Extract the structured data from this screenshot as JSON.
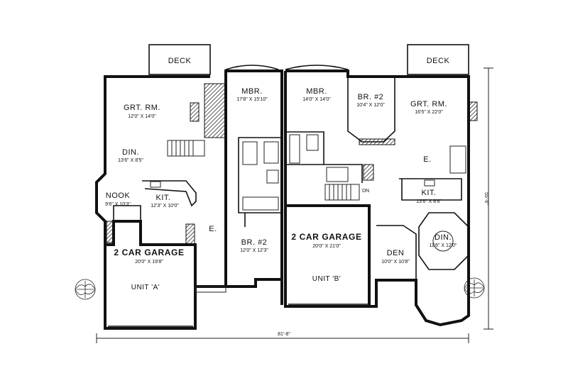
{
  "rooms": {
    "deck_a": "DECK",
    "deck_b": "DECK",
    "grt_rm_a": "GRT. RM.",
    "grt_rm_a_dim": "12'0\" X 14'0\"",
    "din_a": "DIN.",
    "din_a_dim": "13'6\" X 8'5\"",
    "nook": "NOOK",
    "nook_dim": "9'6\" X 10'3\"",
    "kit_a": "KIT.",
    "kit_a_dim": "12'3\" X 10'0\"",
    "garage_a": "2 CAR GARAGE",
    "garage_a_dim": "20'0\" X 19'8\"",
    "unit_a": "UNIT 'A'",
    "mbr_a": "MBR.",
    "mbr_a_dim": "17'8\" X 15'10\"",
    "br2_a": "BR. #2",
    "br2_a_dim": "12'0\" X 12'3\"",
    "entry_a": "E.",
    "mbr_b": "MBR.",
    "mbr_b_dim": "14'0\" X 14'0\"",
    "br2_b": "BR. #2",
    "br2_b_dim": "10'4\" X 12'0\"",
    "grt_rm_b": "GRT. RM.",
    "grt_rm_b_dim": "16'5\" X 22'0\"",
    "entry_b": "E.",
    "kit_b": "KIT.",
    "kit_b_dim": "13'6\" X 8'6\"",
    "din_b": "DIN.",
    "din_b_dim": "11'6\" X 12'0\"",
    "den": "DEN",
    "den_dim": "10'0\" X 10'8\"",
    "garage_b": "2 CAR GARAGE",
    "garage_b_dim": "20'0\" X 21'0\"",
    "unit_b": "UNIT 'B'",
    "dn": "DN"
  },
  "dimensions": {
    "overall_width": "81'-8\"",
    "overall_depth": "55'-6\""
  }
}
